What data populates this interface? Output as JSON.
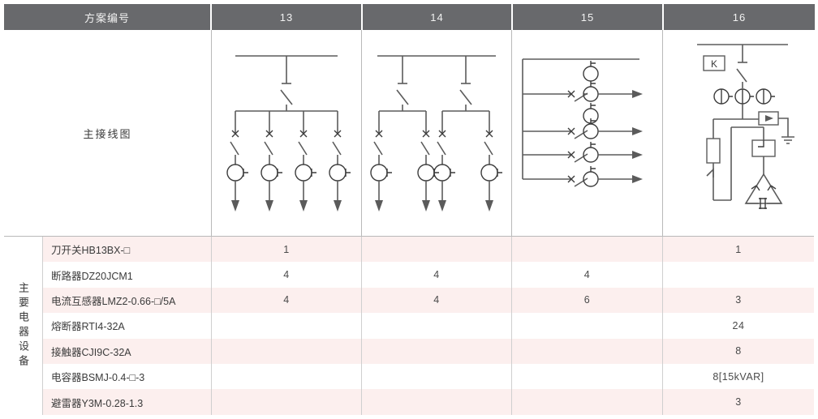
{
  "header": {
    "row_label": "方案编号",
    "columns": [
      "13",
      "14",
      "15",
      "16"
    ]
  },
  "diagram_row": {
    "label": "主接线图",
    "cells": [
      {
        "scheme": "13",
        "description": "单刀开关母线带四回路出线，每回路含熔断器、隔离开关、电流互感器及出线箭头"
      },
      {
        "scheme": "14",
        "description": "双刀开关母线各带两回路出线，每回路含熔断器、隔离开关、电流互感器及出线箭头"
      },
      {
        "scheme": "15",
        "description": "垂直母线引出四条水平回路，每路含熔断器、隔离开关、电流互感器，另有两只附加电流互感器"
      },
      {
        "scheme": "16",
        "description": "电容补偿柜：K测量箱、断路器、三只电流互感器、避雷器接地、熔断器、接触器及三角形接线电容器组"
      }
    ]
  },
  "section": {
    "vertical_label": "主要电器设备"
  },
  "table": {
    "rows": [
      {
        "name": "刀开关HB13BX-□",
        "values": [
          "1",
          "",
          "",
          "1"
        ]
      },
      {
        "name": "断路器DZ20JCM1",
        "values": [
          "4",
          "4",
          "4",
          ""
        ]
      },
      {
        "name": "电流互感器LMZ2-0.66-□/5A",
        "values": [
          "4",
          "4",
          "6",
          "3"
        ]
      },
      {
        "name": "熔断器RTI4-32A",
        "values": [
          "",
          "",
          "",
          "24"
        ]
      },
      {
        "name": "接触器CJI9C-32A",
        "values": [
          "",
          "",
          "",
          "8"
        ]
      },
      {
        "name": "电容器BSMJ-0.4-□-3",
        "values": [
          "",
          "",
          "",
          "8[15kVAR]"
        ]
      },
      {
        "name": "避雷器Y3M-0.28-1.3",
        "values": [
          "",
          "",
          "",
          "3"
        ]
      }
    ]
  },
  "symbols": {
    "k_box": "K"
  },
  "colors": {
    "header_bg": "#68696c",
    "header_text": "#f2f2f2",
    "row_alt_bg": "#fcefee",
    "row_bg": "#ffffff",
    "border": "#cfcfcf",
    "line": "#5b5b5b",
    "text": "#3b3b3b"
  }
}
